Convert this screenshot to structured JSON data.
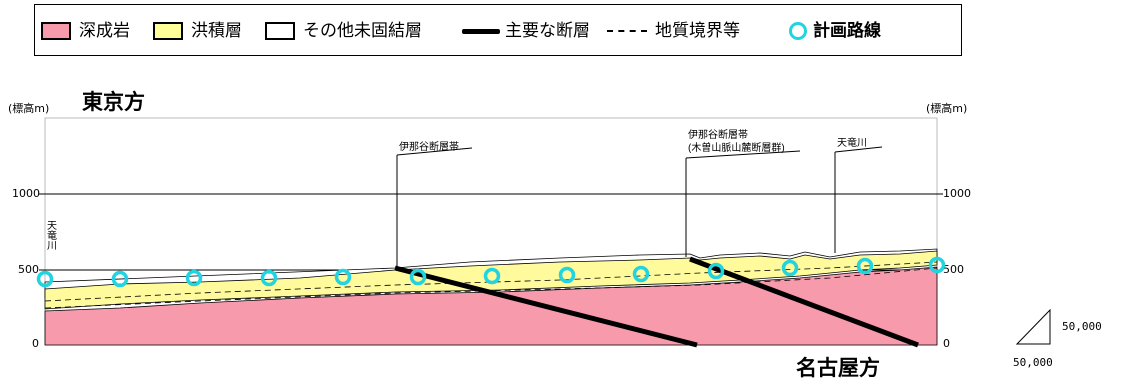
{
  "legend": {
    "items": [
      {
        "label": "深成岩",
        "color": "#f79aac"
      },
      {
        "label": "洪積層",
        "color": "#ffff99"
      },
      {
        "label": "その他未固結層",
        "color": "#ffffff"
      },
      {
        "label": "主要な断層"
      },
      {
        "label": "地質境界等"
      },
      {
        "label": "計画路線",
        "color": "#22d3e0"
      }
    ]
  },
  "section": {
    "left_direction": "東京方",
    "right_direction": "名古屋方",
    "elevation_unit_left": "(標高m)",
    "elevation_unit_right": "(標高m)",
    "y_ticks_left": [
      "1000",
      "500",
      "0"
    ],
    "y_ticks_right": [
      "1000",
      "500",
      "0"
    ],
    "annotations": {
      "fault1": "伊那谷断層帯",
      "fault2_line1": "伊那谷断層帯",
      "fault2_line2": "(木曽山脈山麓断層群)",
      "river_right": "天竜川",
      "river_left": "天竜川"
    }
  },
  "scale": {
    "vertical": "50,000",
    "horizontal": "50,000"
  },
  "colors": {
    "granite": "#f79aac",
    "diluvium": "#fffa9c",
    "route_marker": "#22d3e0",
    "fault": "#000000"
  }
}
